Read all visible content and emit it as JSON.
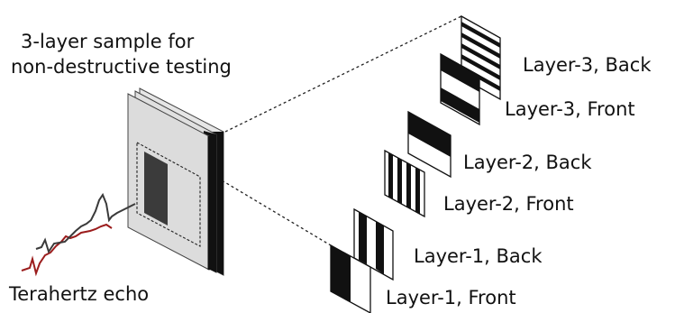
{
  "sample": {
    "title_line1": "3-layer sample for",
    "title_line2": "non-destructive testing"
  },
  "echo": {
    "label": "Terahertz echo",
    "trace_colors": {
      "dark": "#3a3a3a",
      "red": "#9b1c1c"
    }
  },
  "layers": [
    {
      "label": "Layer-3, Back",
      "pattern": "horizontal-stripes"
    },
    {
      "label": "Layer-3, Front",
      "pattern": "horizontal-bands"
    },
    {
      "label": "Layer-2, Back",
      "pattern": "top-half-black"
    },
    {
      "label": "Layer-2, Front",
      "pattern": "vertical-stripes"
    },
    {
      "label": "Layer-1, Back",
      "pattern": "vertical-bars"
    },
    {
      "label": "Layer-1, Front",
      "pattern": "left-half-black"
    }
  ]
}
